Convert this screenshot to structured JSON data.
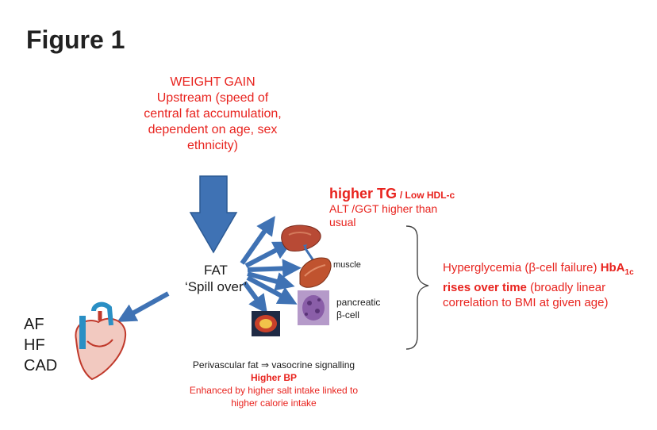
{
  "figure_title": "Figure 1",
  "weight_gain": {
    "heading": "WEIGHT GAIN",
    "lines": [
      "Upstream (speed of",
      "central fat accumulation,",
      "dependent on age, sex",
      "ethnicity)"
    ]
  },
  "lipids": {
    "tg": "higher TG",
    "hdl": "/ Low HDL-c",
    "liver_line1": "ALT /GGT higher than",
    "liver_line2": "usual"
  },
  "fat": {
    "line1": "FAT",
    "line2": "‘Spill over’"
  },
  "organs": {
    "muscle": "muscle",
    "pancreas_line1": "pancreatic",
    "pancreas_line2": "β-cell"
  },
  "hyperglycemia": {
    "part1": "Hyperglycemia (β-cell failure)",
    "hba": "HbA",
    "hba_sub": "1c",
    "rises": "rises over time",
    "part2": "(broadly linear correlation to BMI at given age)"
  },
  "cardio": [
    "AF",
    "HF",
    "CAD"
  ],
  "perivascular": {
    "line1": "Perivascular fat ⇒ vasocrine signalling",
    "bp": "Higher BP",
    "line3a": "Enhanced by higher salt intake linked to",
    "line3b": "higher calorie intake"
  },
  "colors": {
    "accent_red": "#e8231e",
    "arrow_blue": "#3f72b4",
    "text_dark": "#1a1a1a"
  }
}
